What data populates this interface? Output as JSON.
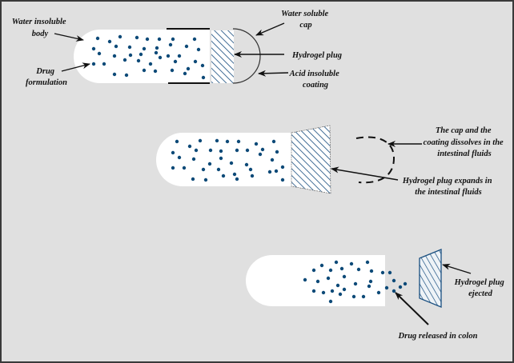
{
  "colors": {
    "background": "#e0e0e0",
    "capsule": "#ffffff",
    "drug": "#0d4a78",
    "hatch": "#1a4f80",
    "line": "#111111"
  },
  "stage1": {
    "labels": {
      "water_insoluble_body": [
        "Water insoluble",
        "body"
      ],
      "drug_formulation": [
        "Drug",
        "formulation"
      ],
      "water_soluble_cap": [
        "Water soluble",
        "cap"
      ],
      "hydrogel_plug": [
        "Hydrogel plug"
      ],
      "acid_insoluble_coating": [
        "Acid insoluble",
        "coating"
      ]
    }
  },
  "stage2": {
    "labels": {
      "cap_dissolves": [
        "The cap and the",
        "coating dissolves in the",
        "intestinal fluids"
      ],
      "plug_expands": [
        "Hydrogel plug expands in",
        "the intestinal fluids"
      ]
    }
  },
  "stage3": {
    "labels": {
      "plug_ejected": [
        "Hydrogel plug",
        "ejected"
      ],
      "drug_released": [
        "Drug released in colon"
      ]
    }
  }
}
